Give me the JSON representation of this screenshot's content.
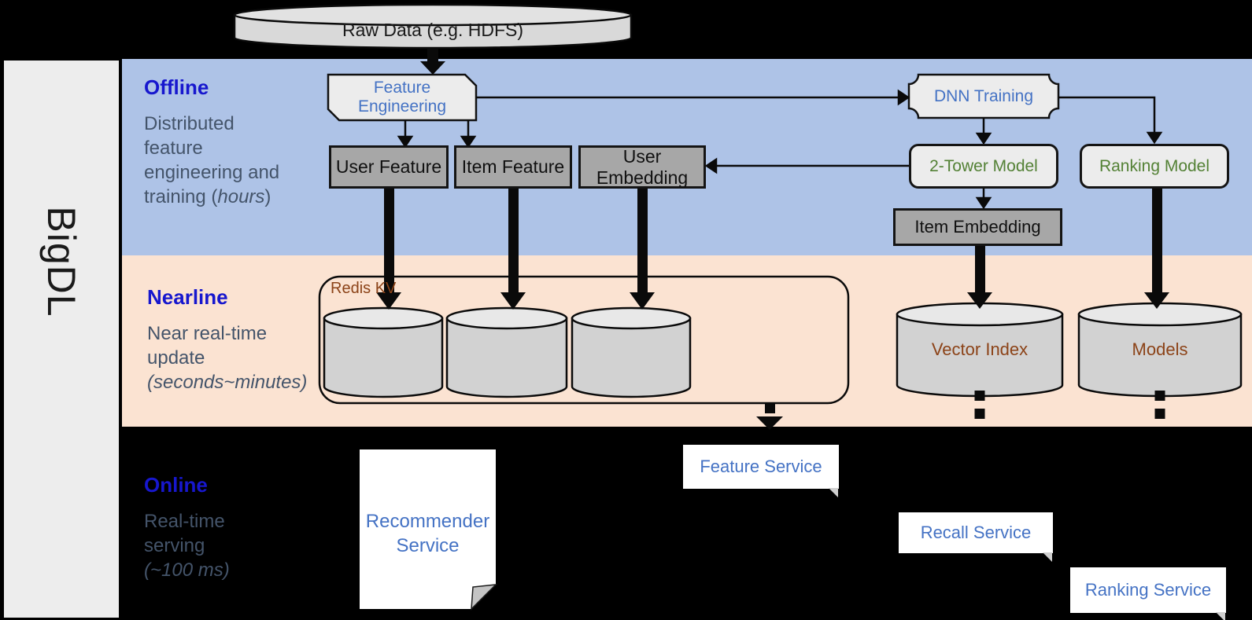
{
  "brand": {
    "label": "BigDL"
  },
  "top": {
    "raw_data_label": "Raw Data (e.g. HDFS)"
  },
  "sections": {
    "offline": {
      "title": "Offline",
      "desc_lines": [
        "Distributed",
        "feature",
        "engineering and"
      ],
      "desc_tail_pre": "training (",
      "desc_tail_italic": "hours",
      "desc_tail_post": ")"
    },
    "nearline": {
      "title": "Nearline",
      "desc_lines": [
        "Near real-time",
        "update"
      ],
      "desc_italic_line": "(seconds~minutes)"
    },
    "online": {
      "title": "Online",
      "desc_lines": [
        "Real-time",
        "serving"
      ],
      "desc_italic_line": "(~100 ms)"
    }
  },
  "nodes": {
    "feature_engineering": "Feature Engineering",
    "dnn_training": "DNN Training",
    "user_feature": "User Feature",
    "item_feature": "Item Feature",
    "user_embedding": "User Embedding",
    "two_tower_model": "2-Tower Model",
    "ranking_model": "Ranking Model",
    "item_embedding": "Item Embedding",
    "redis_kv": "Redis KV",
    "vector_index": "Vector Index",
    "models": "Models",
    "recommender_service_line1": "Recommender",
    "recommender_service_line2": "Service",
    "feature_service": "Feature Service",
    "recall_service": "Recall Service",
    "ranking_service": "Ranking Service"
  },
  "colors": {
    "offline_bg": "#AEC3E7",
    "nearline_bg": "#FBE3D2",
    "online_bg": "#000000",
    "sidebar_bg": "#EDEDED",
    "section_title_blue": "#1717CE",
    "desc_gray_blue": "#44546A",
    "node_text_blue": "#4472C4",
    "model_text_green": "#538135",
    "store_text_brown": "#8C4318",
    "gray_box_fill": "#A7A7A7",
    "light_shape_fill": "#ECECEC",
    "cylinder_fill": "#D2D2D2",
    "service_box_fill": "#FFFFFF"
  }
}
